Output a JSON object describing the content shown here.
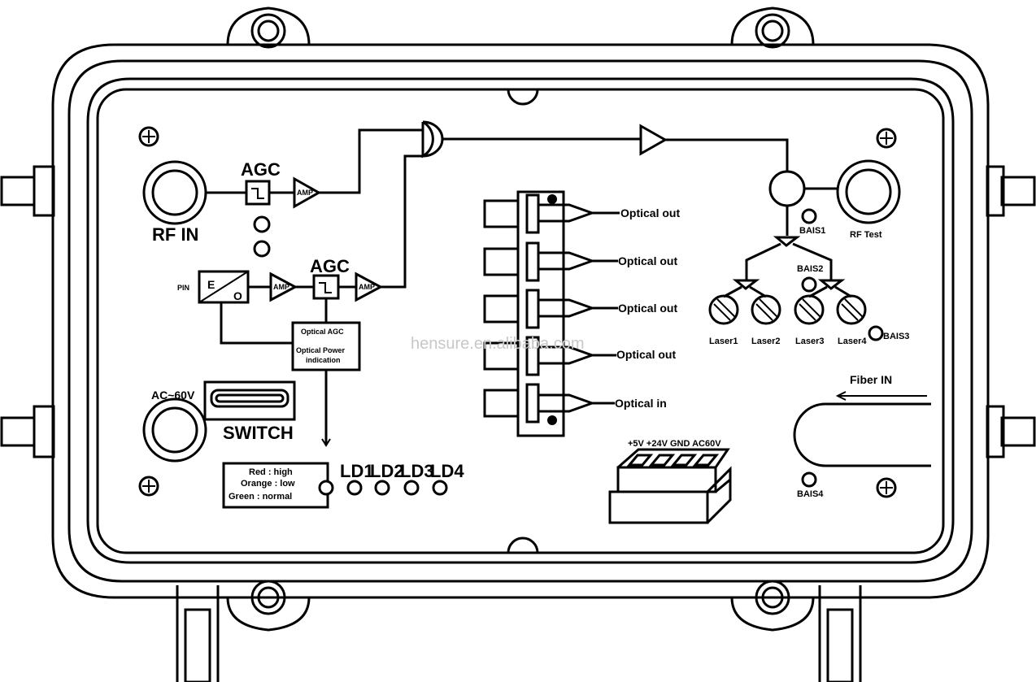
{
  "labels": {
    "rf_in": "RF IN",
    "agc_top": "AGC",
    "agc_mid": "AGC",
    "amp": "AMP",
    "pin": "PIN",
    "eo_e": "E",
    "eo_o": "O",
    "optical_agc": "Optical AGC",
    "optical_power_1": "Optical Power",
    "optical_power_2": "indication",
    "ac_60v": "AC~60V",
    "switch": "SWITCH",
    "legend_red": "Red : high",
    "legend_orange": "Orange : low",
    "legend_green": "Green  :  normal",
    "ld1": "LD1",
    "ld2": "LD2",
    "ld3": "LD3",
    "ld4": "LD4",
    "optical_out_1": "Optical out",
    "optical_out_2": "Optical out",
    "optical_out_3": "Optical out",
    "optical_out_4": "Optical out",
    "optical_in": "Optical in",
    "bais1": "BAIS1",
    "bais2": "BAIS2",
    "bais3": "BAIS3",
    "bais4": "BAIS4",
    "rf_test": "RF Test",
    "laser1": "Laser1",
    "laser2": "Laser2",
    "laser3": "Laser3",
    "laser4": "Laser4",
    "fiber_in": "Fiber IN",
    "power_terminals": "+5V +24V GND AC60V",
    "watermark": "hensure.en.alibaba.com"
  },
  "icons": [
    "screw-icon",
    "connector-icon",
    "amplifier-icon",
    "agc-icon",
    "laser-icon",
    "led-icon",
    "splitter-icon"
  ],
  "colors": {
    "line": "#000000",
    "background": "#ffffff",
    "watermark": "#c8c8c8"
  }
}
